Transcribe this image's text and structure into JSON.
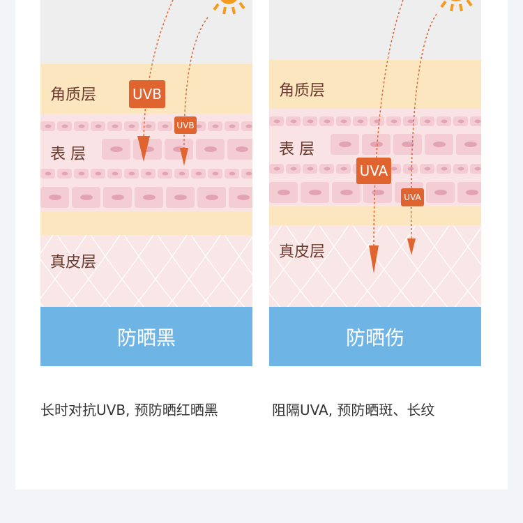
{
  "panels": [
    {
      "layers": {
        "stratum_corneum": "角质层",
        "epidermis": "表 层",
        "dermis": "真皮层"
      },
      "tag_large": "UVB",
      "tag_small": "UVB",
      "button": "防晒黑",
      "caption": "长时对抗UVB, 预防晒红晒黑"
    },
    {
      "layers": {
        "stratum_corneum": "角质层",
        "epidermis": "表 层",
        "dermis": "真皮层"
      },
      "tag_large": "UVA",
      "tag_small": "UVA",
      "button": "防晒伤",
      "caption": "阻隔UVA, 预防晒斑、长纹"
    }
  ],
  "colors": {
    "arrow": "#e06430",
    "sun": "#f59a1c",
    "blue": "#6eb5e6",
    "yellow": "#fbe6bf",
    "pink": "#f9e3e4"
  }
}
